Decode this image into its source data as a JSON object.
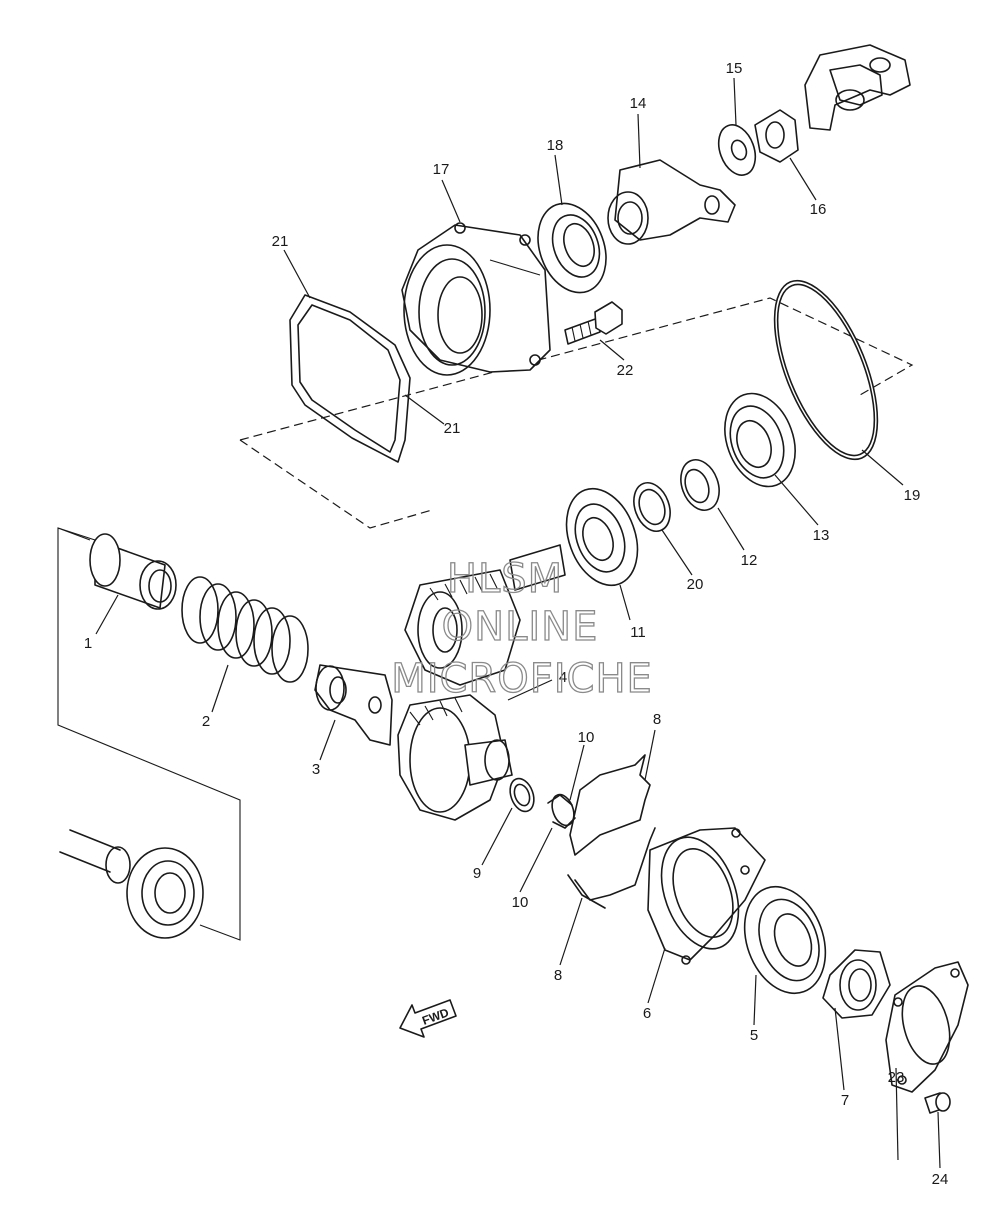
{
  "callouts": [
    "1",
    "2",
    "3",
    "4",
    "5",
    "6",
    "7",
    "8",
    "8",
    "9",
    "10",
    "10",
    "11",
    "12",
    "13",
    "14",
    "15",
    "16",
    "17",
    "18",
    "19",
    "20",
    "21",
    "21",
    "22",
    "23",
    "24"
  ],
  "watermark": {
    "line1": "HLSM",
    "line2": "ONLINE",
    "line3": "MICROFICHE"
  },
  "fwd_label": "FWD",
  "colors": {
    "ink": "#1a1a1a",
    "watermark": "#8a8a8a",
    "background": "#ffffff"
  }
}
